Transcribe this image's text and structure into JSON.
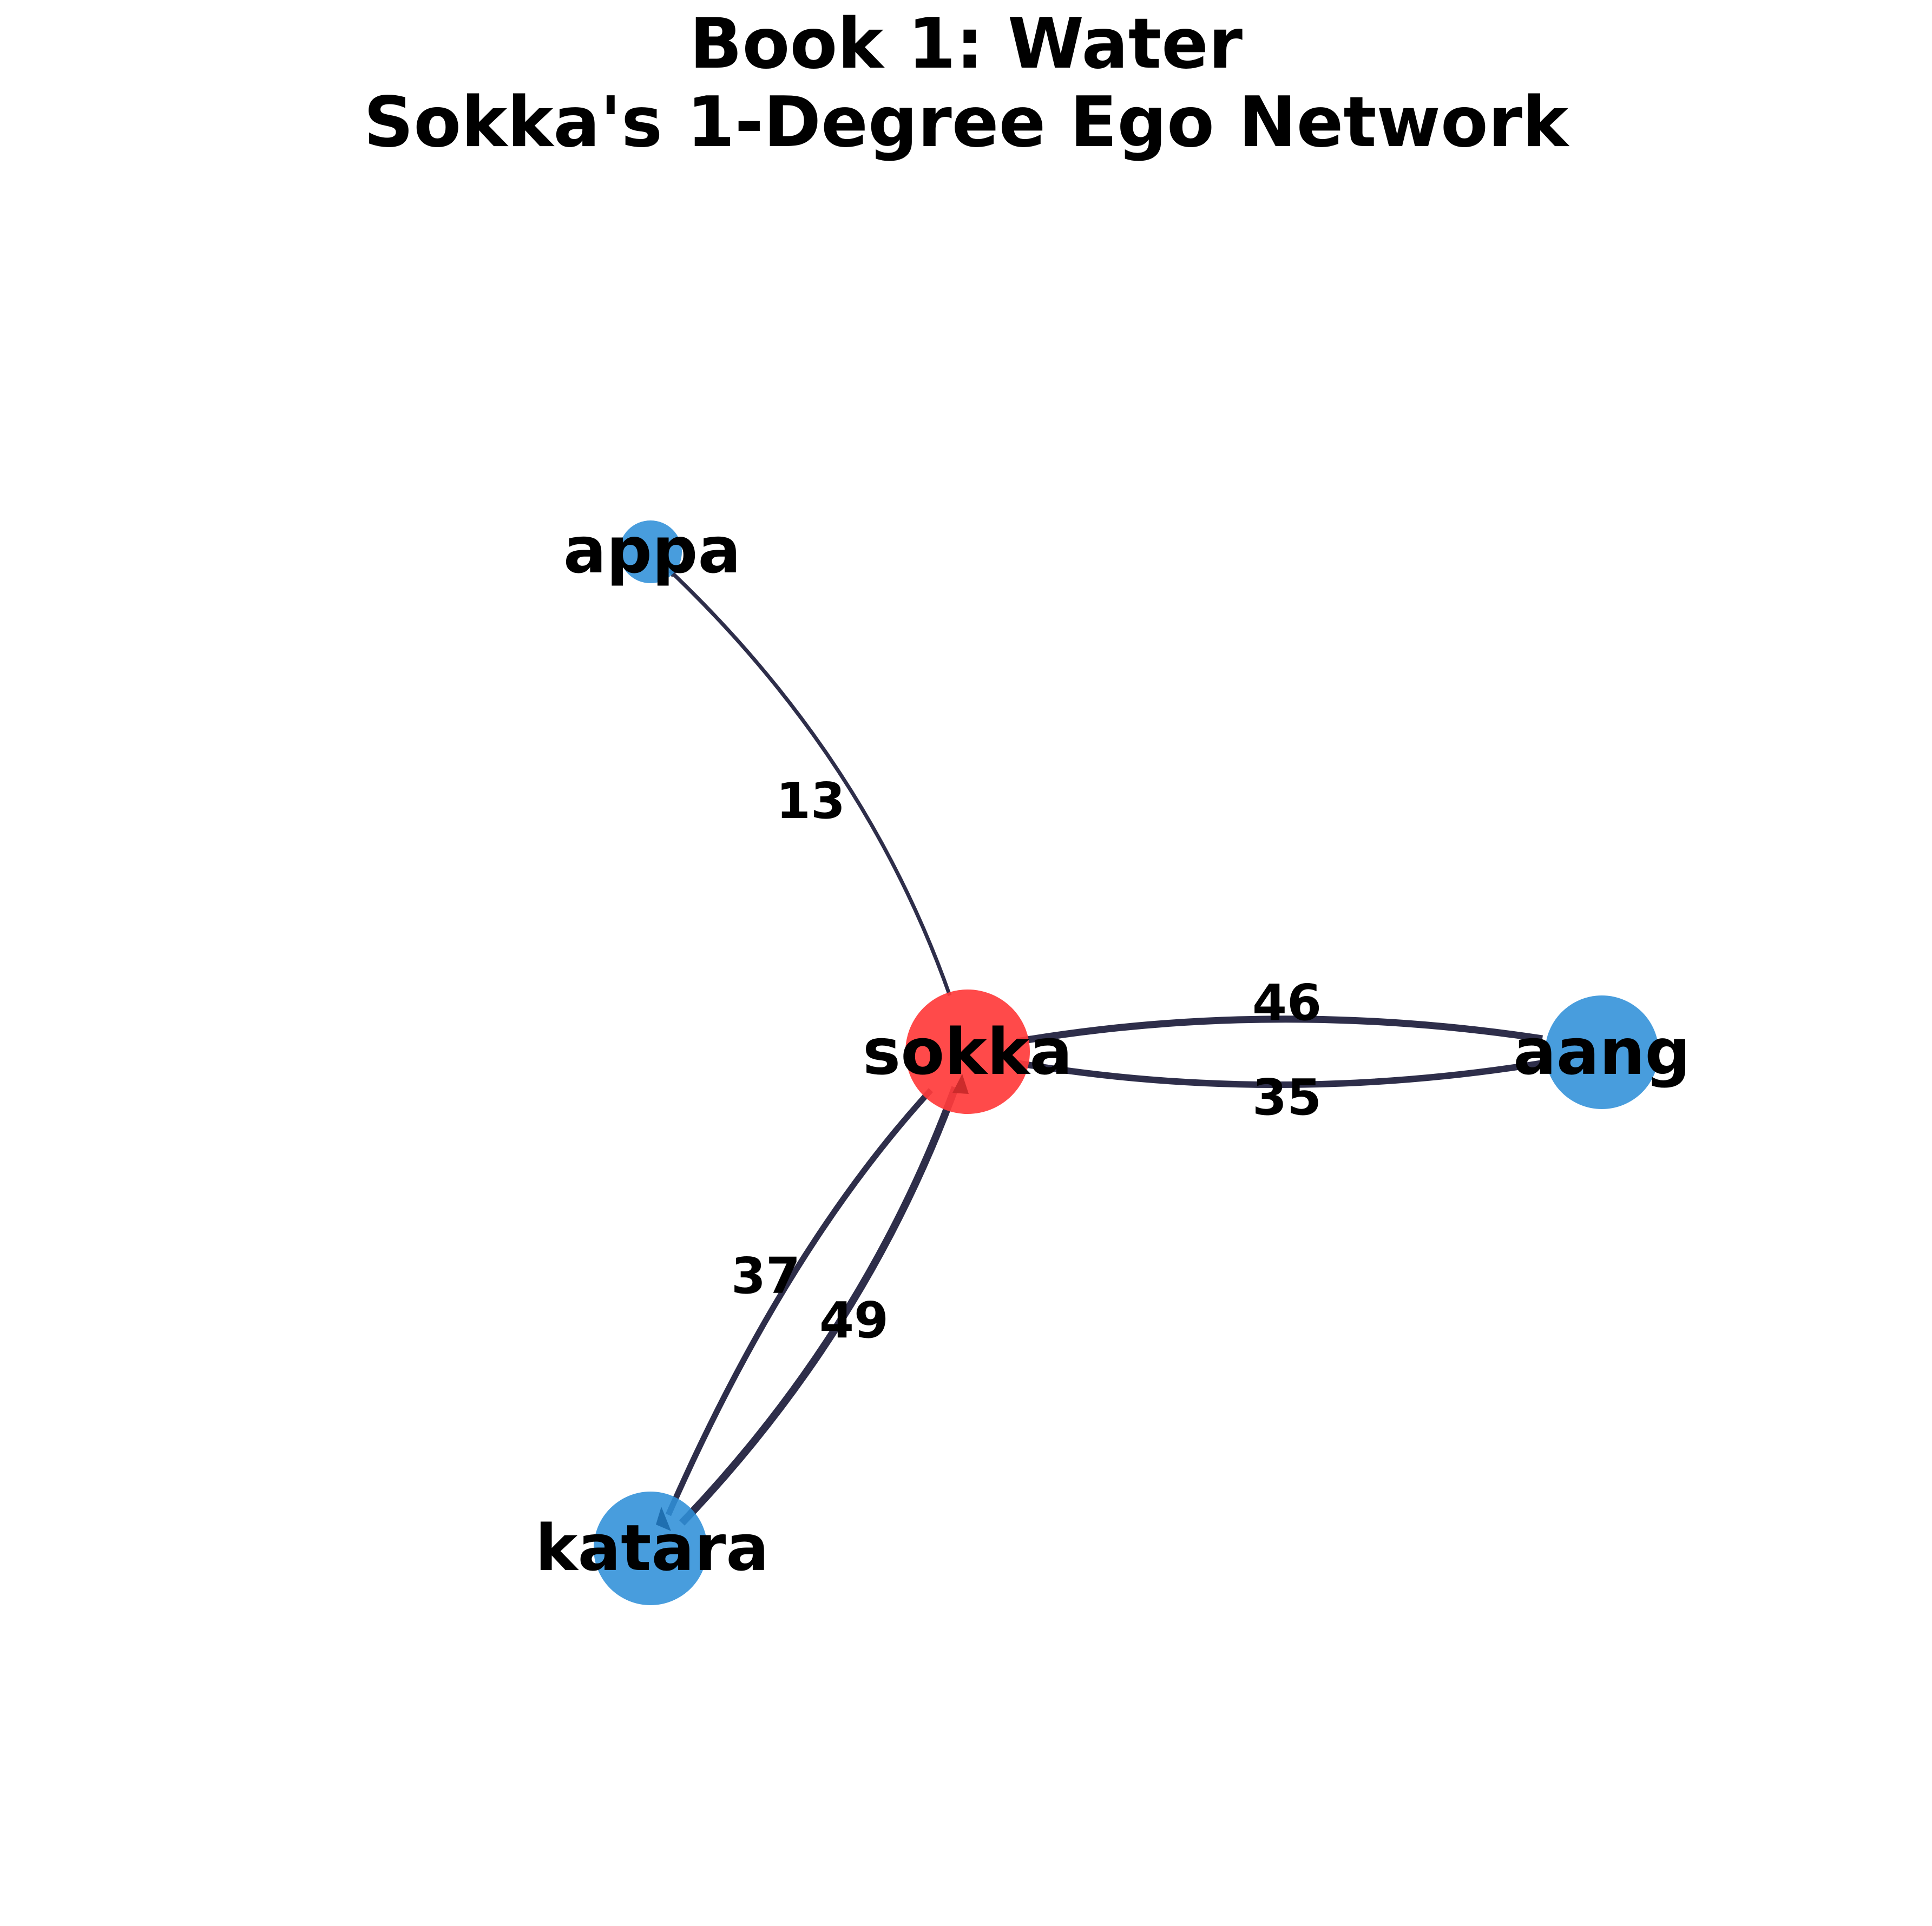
{
  "title": {
    "line1": "Book 1: Water",
    "line2": "Sokka's 1-Degree Ego Network"
  },
  "colors": {
    "ego_node": "#ff3b3b",
    "neighbor_node": "#2f8fd8",
    "edge": "#2e2e4a",
    "text": "#000000",
    "background": "#ffffff"
  },
  "nodes": [
    {
      "id": "sokka",
      "label": "sokka",
      "role": "ego"
    },
    {
      "id": "aang",
      "label": "aang",
      "role": "neighbor"
    },
    {
      "id": "katara",
      "label": "katara",
      "role": "neighbor"
    },
    {
      "id": "appa",
      "label": "appa",
      "role": "neighbor"
    }
  ],
  "edges": [
    {
      "source": "sokka",
      "target": "appa",
      "weight": "13"
    },
    {
      "source": "sokka",
      "target": "aang",
      "weight": "35"
    },
    {
      "source": "aang",
      "target": "sokka",
      "weight": "46"
    },
    {
      "source": "sokka",
      "target": "katara",
      "weight": "37"
    },
    {
      "source": "katara",
      "target": "sokka",
      "weight": "49"
    }
  ]
}
